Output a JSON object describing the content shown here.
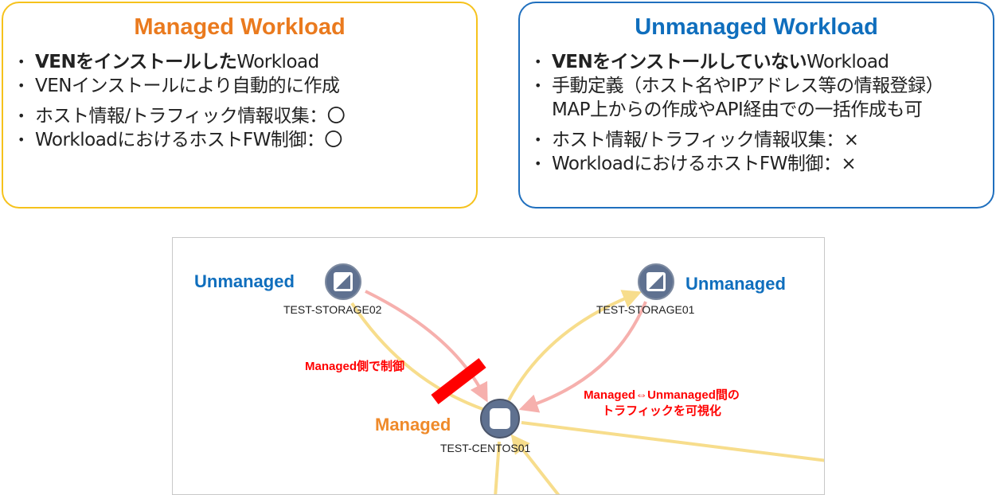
{
  "managed": {
    "title": "Managed Workload",
    "items": [
      {
        "bold": "VENをインストールした",
        "text": "Workload"
      },
      {
        "bold": "",
        "text": "VENインストールにより自動的に作成"
      },
      {
        "bold": "",
        "text": "ホスト情報/トラフィック情報収集：〇"
      },
      {
        "bold": "",
        "text": "WorkloadにおけるホストFW制御：〇"
      }
    ]
  },
  "unmanaged": {
    "title": "Unmanaged Workload",
    "items": [
      {
        "bold": "VENをインストールしていない",
        "text": "Workload"
      },
      {
        "bold": "",
        "text": "手動定義（ホスト名やIPアドレス等の情報登録）"
      },
      {
        "bold": "",
        "text": "MAP上からの作成やAPI経由での一括作成も可"
      },
      {
        "bold": "",
        "text": "ホスト情報/トラフィック情報収集：×"
      },
      {
        "bold": "",
        "text": "WorkloadにおけるホストFW制御：×"
      }
    ]
  },
  "map": {
    "nodes": [
      {
        "role": "Unmanaged",
        "host": "TEST-STORAGE02",
        "icon": "unmanaged-workload-icon"
      },
      {
        "role": "Unmanaged",
        "host": "TEST-STORAGE01",
        "icon": "unmanaged-workload-icon"
      },
      {
        "role": "Managed",
        "host": "TEST-CENTOS01",
        "icon": "managed-workload-icon"
      }
    ],
    "annotation_control": "Managed側で制御",
    "annotation_visualize_1": "Managed⇔Unmanaged間の",
    "annotation_visualize_2": "トラフィックを可視化",
    "colors": {
      "allowed": "#f7dd8c",
      "blocked": "#f6b0ad",
      "node": "#5f7190",
      "block_bar": "#ff0000"
    }
  }
}
